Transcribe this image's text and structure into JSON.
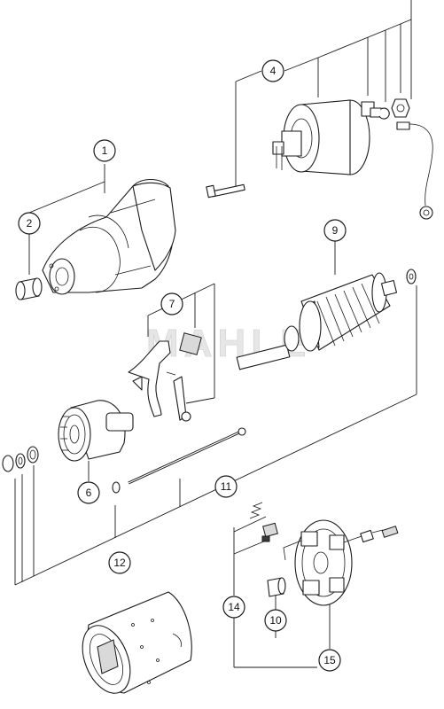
{
  "watermark": "MAHLE",
  "callouts": {
    "c1": "1",
    "c2": "2",
    "c4": "4",
    "c6": "6",
    "c7": "7",
    "c9": "9",
    "c10": "10",
    "c11": "11",
    "c12": "12",
    "c14": "14",
    "c15": "15"
  },
  "colors": {
    "line": "#1a1a1a",
    "fill": "#ffffff",
    "watermark": "#e6e6e6"
  }
}
